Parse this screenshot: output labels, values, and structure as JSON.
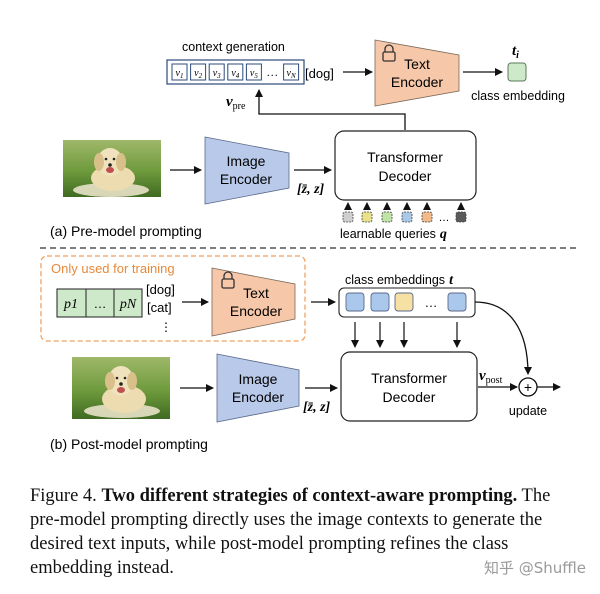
{
  "pre": {
    "context_generation_label": "context generation",
    "tokens": [
      "v1",
      "v2",
      "v3",
      "v4",
      "v5",
      "…",
      "vN"
    ],
    "dog_token": "[dog]",
    "vpre_label": "v",
    "vpre_sub": "pre",
    "text_encoder_label": [
      "Text",
      "Encoder"
    ],
    "ti_label": "t",
    "ti_sub": "i",
    "class_embedding_label": "class embedding",
    "image_encoder_label": [
      "Image",
      "Encoder"
    ],
    "zbar_label": "[z̄, z]",
    "transformer_decoder_label": [
      "Transformer",
      "Decoder"
    ],
    "queries_label": "learnable queries",
    "queries_symbol": "q",
    "panel_label": "(a) Pre-model prompting"
  },
  "post": {
    "training_label": "Only used for training",
    "prompt_tokens": [
      "p1",
      "…",
      "pN"
    ],
    "class_names": [
      "[dog]",
      "[cat]",
      "⋮"
    ],
    "text_encoder_label": [
      "Text",
      "Encoder"
    ],
    "class_embeddings_label": "class embeddings",
    "class_embeddings_symbol": "t",
    "embed_dots": "…",
    "image_encoder_label": [
      "Image",
      "Encoder"
    ],
    "zbar_label": "[z̄, z]",
    "transformer_decoder_label": [
      "Transformer",
      "Decoder"
    ],
    "vpost_label": "v",
    "vpost_sub": "post",
    "update_label": "update",
    "plus_symbol": "+",
    "panel_label": "(b) Post-model prompting"
  },
  "caption": {
    "prefix": "Figure 4. ",
    "title": "Two different strategies of context-aware prompting.",
    "body": " The pre-model prompting directly uses the image contexts to generate the desired text inputs, while post-model prompting refines the class embedding instead."
  },
  "watermark": "知乎 @Shuffle",
  "colors": {
    "text_encoder_fill": "#f6c7a8",
    "image_encoder_fill": "#b9c9ea",
    "embedding_fill": "#cde9c9",
    "training_border": "#f0a060",
    "training_text": "#e8893a",
    "query_colors": [
      "#cfcfcf",
      "#e8e08a",
      "#bfe3a6",
      "#a9c8e8",
      "#f2b98a",
      "#5a5a5a"
    ],
    "embed_colors": [
      "#a9c8ec",
      "#a9c8ec",
      "#f7e0a3",
      "#a9c8ec"
    ]
  }
}
